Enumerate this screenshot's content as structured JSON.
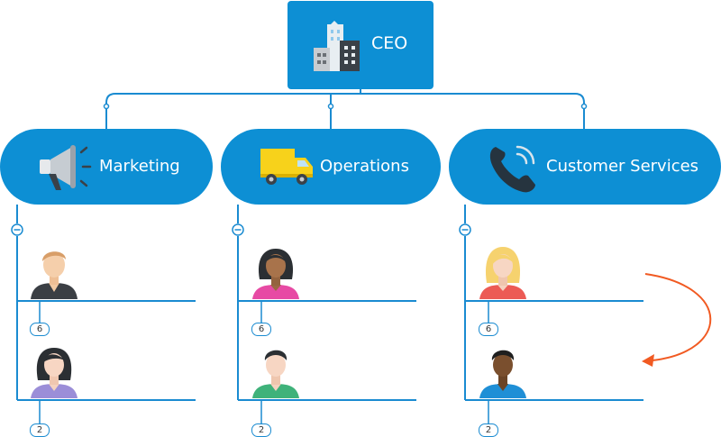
{
  "ceo": {
    "label": "CEO",
    "icon": "office-buildings-icon"
  },
  "departments": [
    {
      "id": "marketing",
      "label": "Marketing",
      "icon": "megaphone-icon",
      "staff": [
        {
          "badge": "6",
          "avatar": "man-dark-shirt-avatar"
        },
        {
          "badge": "2",
          "avatar": "woman-purple-shirt-avatar"
        }
      ]
    },
    {
      "id": "operations",
      "label": "Operations",
      "icon": "delivery-truck-icon",
      "staff": [
        {
          "badge": "6",
          "avatar": "woman-pink-shirt-avatar"
        },
        {
          "badge": "2",
          "avatar": "man-green-shirt-avatar"
        }
      ]
    },
    {
      "id": "customer",
      "label": "Customer Services",
      "icon": "phone-call-icon",
      "staff": [
        {
          "badge": "6",
          "avatar": "blonde-woman-red-shirt-avatar"
        },
        {
          "badge": "2",
          "avatar": "man-blue-shirt-avatar"
        }
      ]
    }
  ],
  "colors": {
    "node": "#0d8fd4",
    "connector": "#1a8bd1",
    "arrow": "#f15a22"
  }
}
